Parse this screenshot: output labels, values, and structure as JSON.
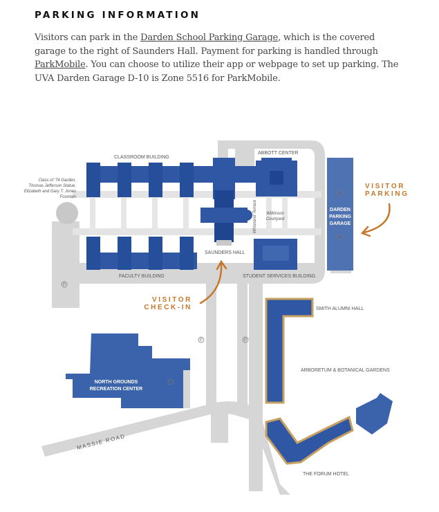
{
  "heading": "PARKING INFORMATION",
  "paragraph": {
    "t1": "Visitors can park in the ",
    "link1": "Darden School Parking Garage",
    "t2": ", which is the covered garage to the right of Saunders Hall. Payment for parking is handled through ",
    "link2": "ParkMobile",
    "t3": ". You can choose to utilize their app or webpage to set up parking. The UVA Darden Garage D-10 is Zone 5516 for ParkMobile."
  },
  "map": {
    "labels": {
      "classroom": "CLASSROOM BUILDING",
      "abbott": "ABBOTT CENTER",
      "garden1": "Class of '74 Garden,",
      "garden2": "Thomas Jefferson Statue,",
      "garden3": "Elizabeth and Gary T. Jones",
      "garden4": "Fountain",
      "whisnand": "Whisnand Terrace",
      "wilkinson1": "Wilkinson",
      "wilkinson2": "Courtyard",
      "garage1": "DARDEN",
      "garage2": "PARKING",
      "garage3": "GARAGE",
      "saunders": "SAUNDERS HALL",
      "faculty": "FACULTY BUILDING",
      "student": "STUDENT SERVICES BUILDING",
      "smith": "SMITH ALUMNI HALL",
      "arboretum": "ARBORETUM & BOTANICAL GARDENS",
      "rec1": "NORTH GROUNDS",
      "rec2": "RECREATION CENTER",
      "massie": "MASSIE ROAD",
      "forum": "THE FORUM HOTEL",
      "parking_symbol": "P"
    },
    "callouts": {
      "visitor_parking_1": "VISITOR",
      "visitor_parking_2": "PARKING",
      "checkin_1": "VISITOR",
      "checkin_2": "CHECK-IN"
    },
    "colors": {
      "building": "#2f57a3",
      "building_dark": "#1f4590",
      "garage": "#4f72b3",
      "road": "#d6d6d6",
      "accent": "#c8762a"
    }
  }
}
